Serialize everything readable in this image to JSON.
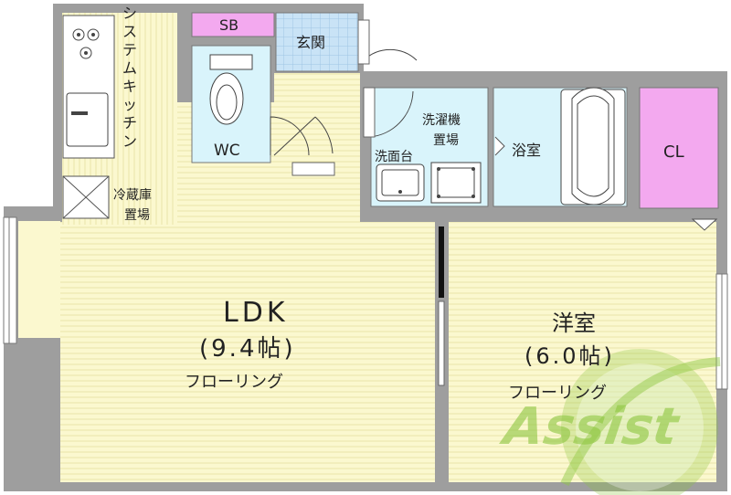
{
  "rooms": {
    "kitchen": "システムキッチン",
    "fridge_line1": "冷蔵庫",
    "fridge_line2": "置場",
    "sb": "SB",
    "entrance": "玄関",
    "wc": "WC",
    "washer_line1": "洗濯機",
    "washer_line2": "置場",
    "vanity": "洗面台",
    "bath": "浴室",
    "closet": "CL",
    "ldk": "LDK",
    "ldk_size": "(9.4帖)",
    "ldk_floor": "フローリング",
    "western": "洋室",
    "western_size": "(6.0帖)",
    "western_floor": "フローリング"
  },
  "watermark": {
    "text": "Assist"
  },
  "colors": {
    "wall": "#9e9e9e",
    "floor": "#fbf8cf",
    "wet_area": "#d9f4fb",
    "entrance_tile": "#c9e3f6",
    "storage": "#f3a9ef",
    "watermark": "#8dc63f"
  }
}
